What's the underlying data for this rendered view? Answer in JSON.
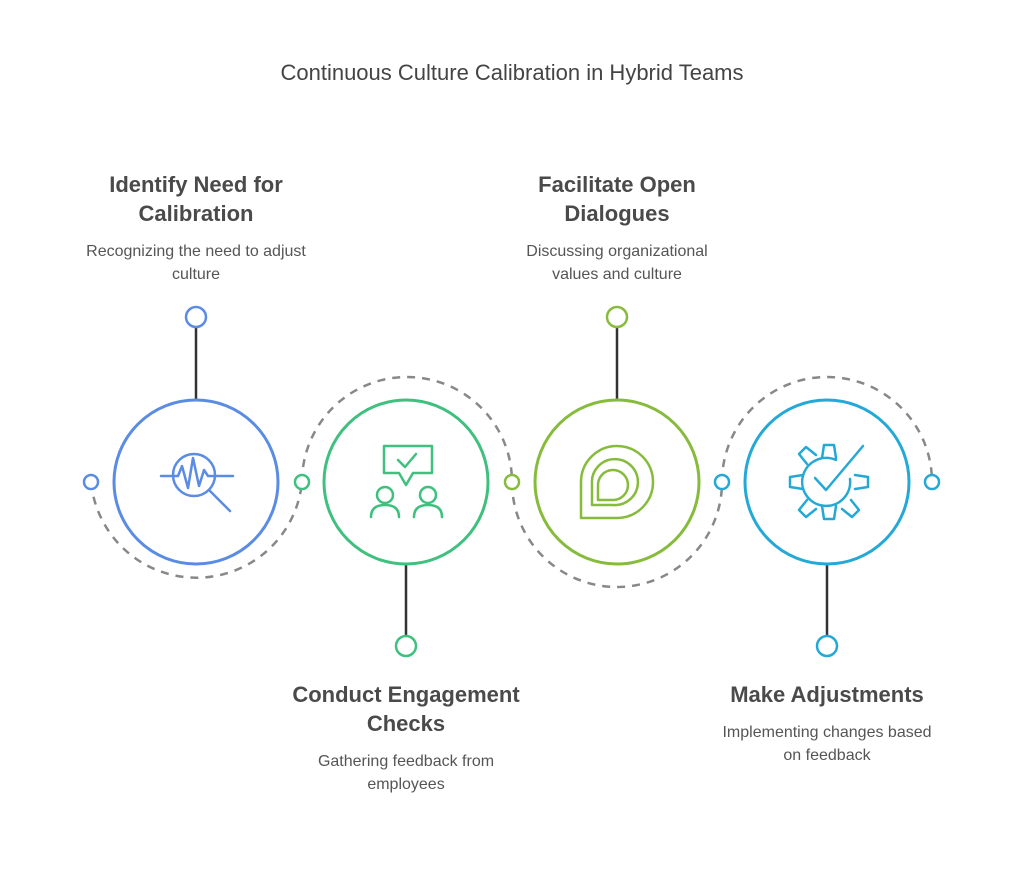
{
  "title": "Continuous Culture Calibration in Hybrid Teams",
  "steps": [
    {
      "title_line1": "Identify Need for",
      "title_line2": "Calibration",
      "desc_line1": "Recognizing the need to adjust",
      "desc_line2": "culture",
      "icon": "analysis-magnifier-icon",
      "color": "#5b8ce3"
    },
    {
      "title_line1": "Conduct Engagement",
      "title_line2": "Checks",
      "desc_line1": "Gathering feedback from",
      "desc_line2": "employees",
      "icon": "team-feedback-icon",
      "color": "#3fc07f"
    },
    {
      "title_line1": "Facilitate Open",
      "title_line2": "Dialogues",
      "desc_line1": "Discussing organizational",
      "desc_line2": "values and culture",
      "icon": "chat-bubbles-icon",
      "color": "#86bb3c"
    },
    {
      "title_line1": "Make Adjustments",
      "title_line2": "",
      "desc_line1": "Implementing changes based",
      "desc_line2": "on feedback",
      "icon": "gear-check-icon",
      "color": "#24a9d6"
    }
  ]
}
